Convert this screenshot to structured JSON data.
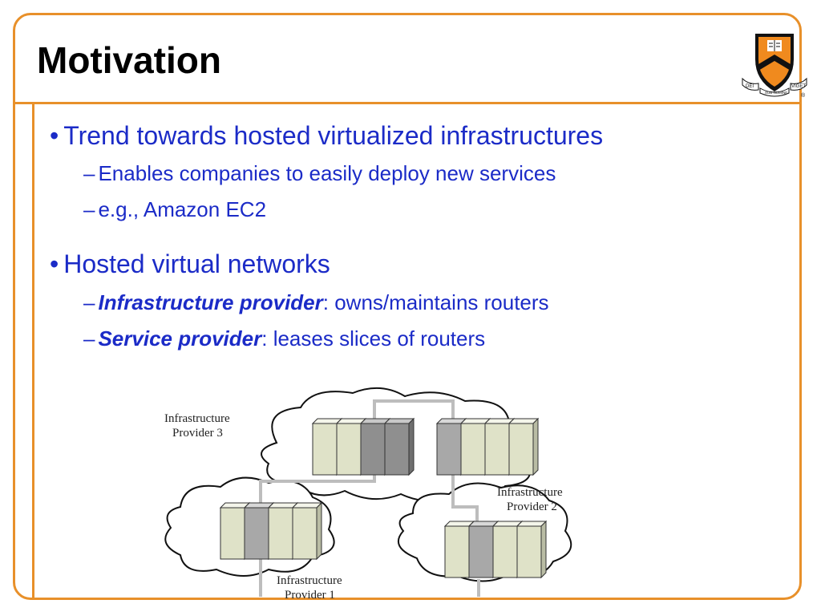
{
  "slide": {
    "title": "Motivation",
    "bullets": [
      {
        "text": "Trend towards hosted virtualized infrastructures",
        "subs": [
          {
            "text": "Enables companies to easily deploy new services"
          },
          {
            "text": "e.g., Amazon EC2"
          }
        ]
      },
      {
        "text": "Hosted virtual networks",
        "subs": [
          {
            "term": "Infrastructure provider",
            "rest": ": owns/maintains routers"
          },
          {
            "term": "Service provider",
            "rest": ": leases slices of routers"
          }
        ]
      }
    ]
  },
  "diagram": {
    "labels": {
      "provider3_line1": "Infrastructure",
      "provider3_line2": "Provider 3",
      "provider2_line1": "Infrastructure",
      "provider2_line2": "Provider 2",
      "provider1_line1": "Infrastructure",
      "provider1_line2": "Provider 1"
    }
  },
  "logo": {
    "motto_left": "DEI",
    "motto_center": "SUB NUMINE",
    "motto_right": "VIGET",
    "registered": "®"
  },
  "colors": {
    "accent": "#e8902a",
    "text_blue": "#1b2bc7",
    "title": "#000000"
  }
}
